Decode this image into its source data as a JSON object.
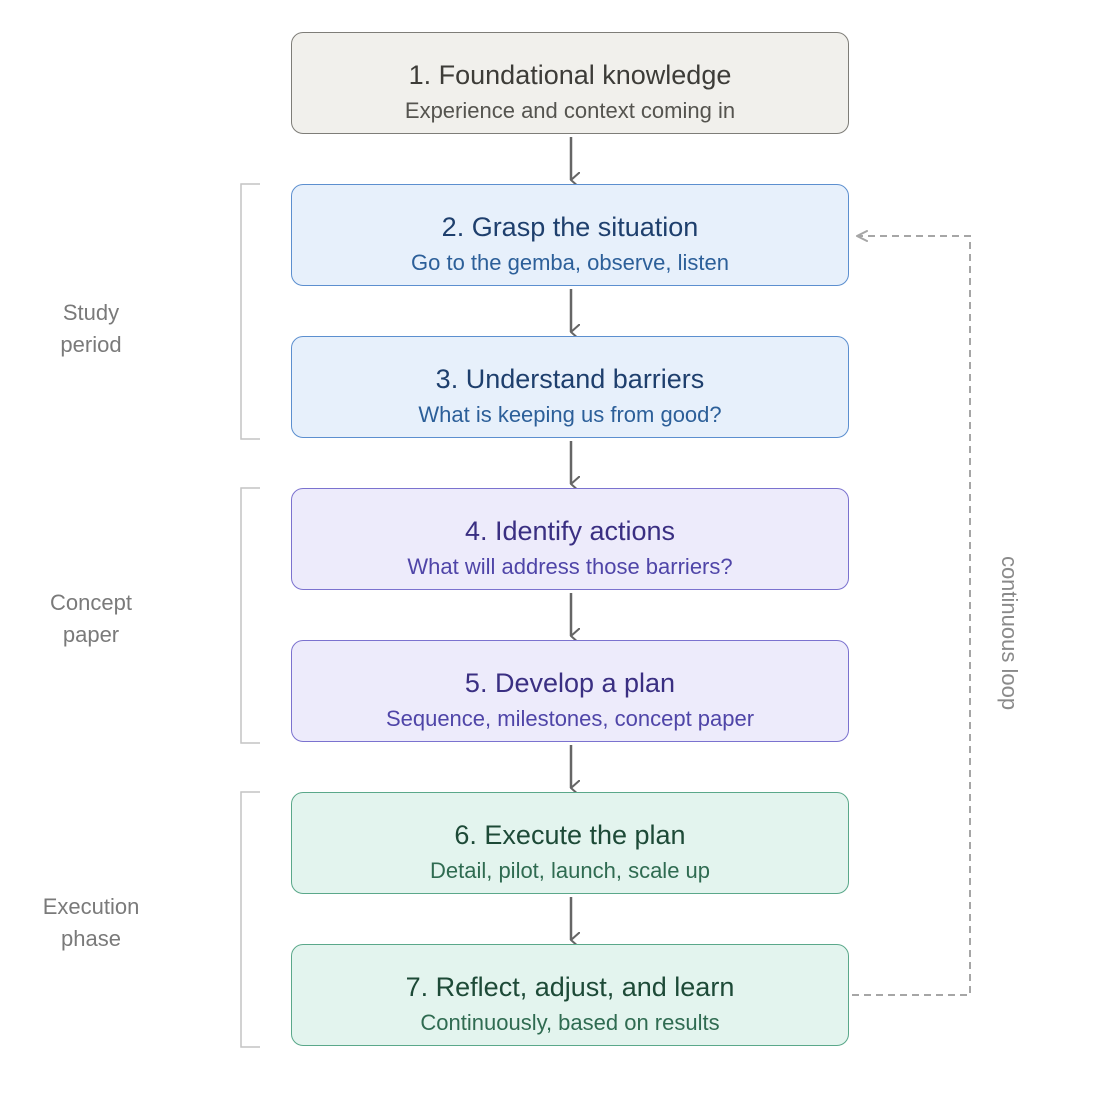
{
  "steps": [
    {
      "title": "1. Foundational knowledge",
      "subtitle": "Experience and context coming in"
    },
    {
      "title": "2. Grasp the situation",
      "subtitle": "Go to the gemba, observe, listen"
    },
    {
      "title": "3. Understand barriers",
      "subtitle": "What is keeping us from good?"
    },
    {
      "title": "4. Identify actions",
      "subtitle": "What will address those barriers?"
    },
    {
      "title": "5. Develop a plan",
      "subtitle": "Sequence, milestones, concept paper"
    },
    {
      "title": "6. Execute the plan",
      "subtitle": "Detail, pilot, launch, scale up"
    },
    {
      "title": "7. Reflect, adjust, and learn",
      "subtitle": "Continuously, based on results"
    }
  ],
  "phases": [
    {
      "line1": "Study",
      "line2": "period"
    },
    {
      "line1": "Concept",
      "line2": "paper"
    },
    {
      "line1": "Execution",
      "line2": "phase"
    }
  ],
  "loop_label": "continuous loop",
  "colors": {
    "neutral_fill": "#f1f0ec",
    "blue_fill": "#e7f0fb",
    "purple_fill": "#edebfb",
    "green_fill": "#e3f4ee",
    "arrow": "#666666",
    "bracket": "#c4c4c4",
    "loop": "#a6a6a6"
  }
}
